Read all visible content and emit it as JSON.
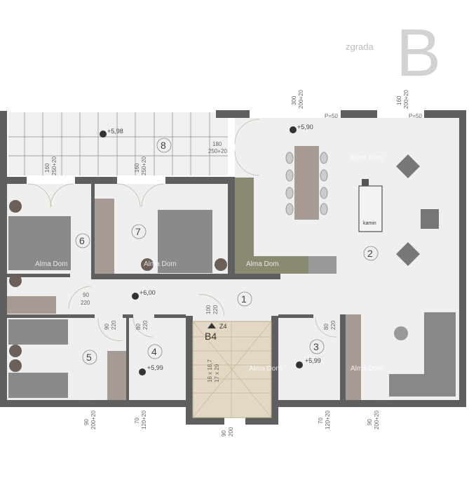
{
  "header": {
    "building_label": "zgrada",
    "building_letter": "B"
  },
  "rooms": [
    "1",
    "2",
    "3",
    "4",
    "5",
    "6",
    "7",
    "8"
  ],
  "levels": {
    "terrace": "+5,98",
    "living": "+5,90",
    "hall": "+6,00",
    "bath4": "+5,99",
    "bath3": "+5,99"
  },
  "dims": {
    "win_top1_w": "300",
    "win_top1_h": "200+20",
    "win_top2_w": "160",
    "win_top2_h": "200+20",
    "parapet": "P=50",
    "terrace_door_w": "180",
    "terrace_door_h": "250+20",
    "door6_w": "160",
    "door6_h": "250+20",
    "door7_w": "160",
    "door7_h": "250+20",
    "door_hall_w": "90",
    "door_hall_h": "220",
    "door5_w": "90",
    "door5_h": "220",
    "door4_w": "80",
    "door4_h": "220",
    "door_entry_w": "100",
    "door_entry_h": "220",
    "door3_w": "80",
    "door3_h": "220",
    "win5_w": "90",
    "win5_h": "200+20",
    "win4_w": "70",
    "win4_h": "120+20",
    "win_stair_w": "90",
    "win_stair_h": "200",
    "win3_w": "70",
    "win3_h": "120+20",
    "win2_w": "90",
    "win2_h": "200+20"
  },
  "stair": {
    "label": "B4",
    "zone": "Z4",
    "step1": "16 x 18,7",
    "step2": "17 x 29"
  },
  "fireplace": "kamin",
  "watermark": "Alma Dom",
  "colors": {
    "wall": "#5f5f5f",
    "floor": "#efefef",
    "wardrobe": "#a89a94",
    "kitchen": "#8a8a72",
    "stair": "#e3d8c4",
    "furniture": "#7d7d7d"
  }
}
